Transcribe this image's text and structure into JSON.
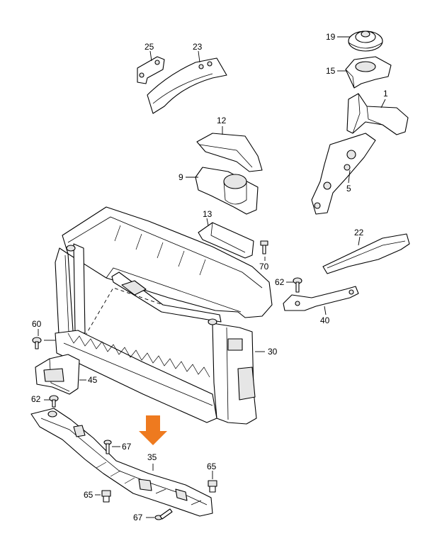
{
  "labels": {
    "p1": "1",
    "p5": "5",
    "p9": "9",
    "p12": "12",
    "p13": "13",
    "p15": "15",
    "p19": "19",
    "p22": "22",
    "p23": "23",
    "p25": "25",
    "p30": "30",
    "p35": "35",
    "p40": "40",
    "p45": "45",
    "p60": "60",
    "p62a": "62",
    "p62b": "62",
    "p65a": "65",
    "p65b": "65",
    "p67a": "67",
    "p67b": "67",
    "p70": "70"
  },
  "highlight_color": "#ee7a1f",
  "line_color": "#000000",
  "background_color": "#ffffff"
}
